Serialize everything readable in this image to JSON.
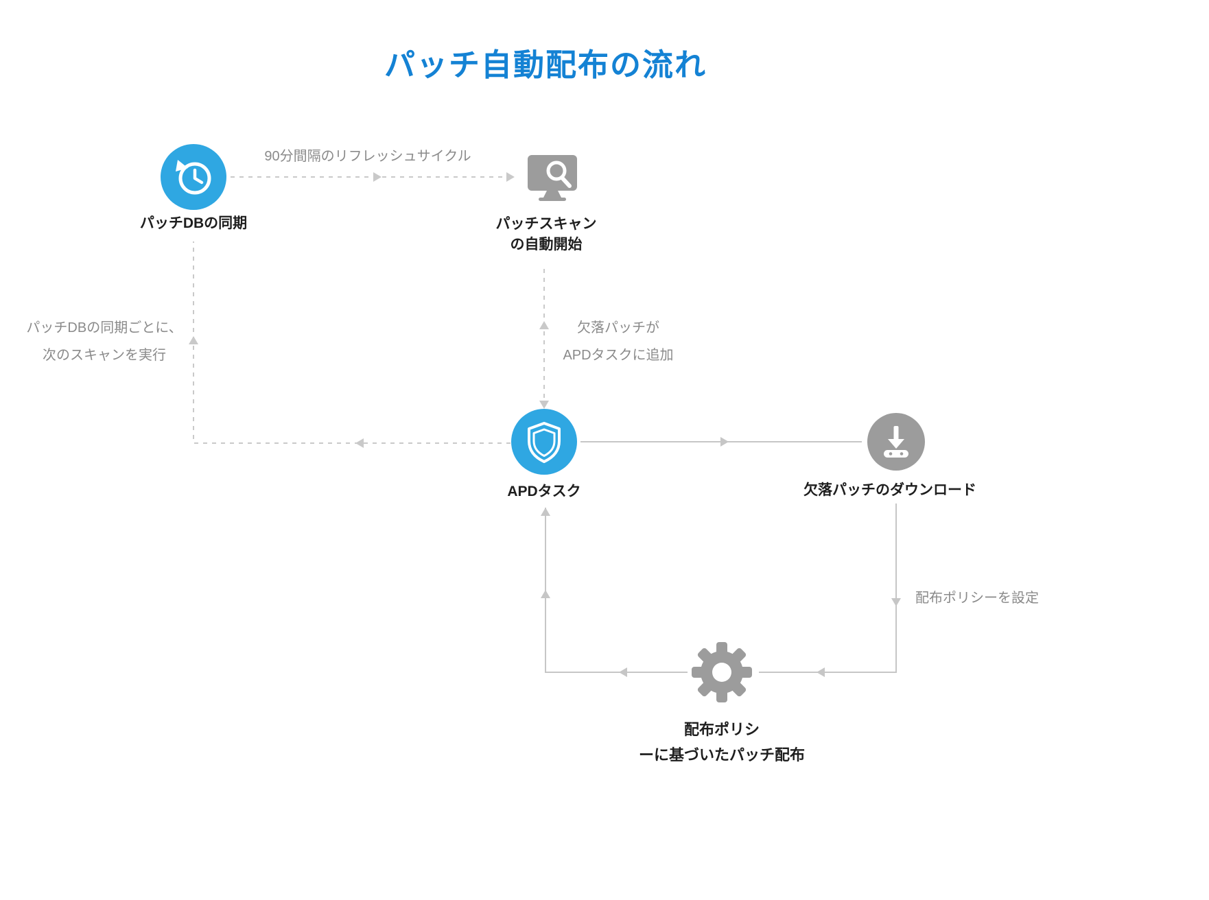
{
  "title": {
    "text": "パッチ自動配布の流れ"
  },
  "colors": {
    "blue": "#2fa7e2",
    "title_blue": "#1482d4",
    "icon_gray": "#9c9c9c",
    "line_dash": "#c9c9c9",
    "line_solid": "#c6c6c6",
    "text_gray": "#8a8a8a",
    "text_dark": "#1e1e1e",
    "bg": "#ffffff"
  },
  "nodes": [
    {
      "id": "patch-db-sync",
      "label": "パッチDBの同期",
      "icon": "history-sync-icon"
    },
    {
      "id": "patch-scan-auto-start",
      "label": "パッチスキャン\nの自動開始",
      "icon": "monitor-search-icon"
    },
    {
      "id": "apd-task",
      "label": "APDタスク",
      "icon": "shield-icon"
    },
    {
      "id": "missing-patch-download",
      "label": "欠落パッチのダウンロード",
      "icon": "download-icon"
    },
    {
      "id": "policy-based-deploy",
      "label": "配布ポリシ\nーに基づいたパッチ配布",
      "icon": "gear-icon"
    }
  ],
  "edge_labels": {
    "refresh_cycle": "90分間隔のリフレッシュサイクル",
    "missing_added": "欠落パッチが\nAPDタスクに追加",
    "next_scan": "パッチDBの同期ごとに、\n次のスキャンを実行",
    "set_policy": "配布ポリシーを設定"
  }
}
